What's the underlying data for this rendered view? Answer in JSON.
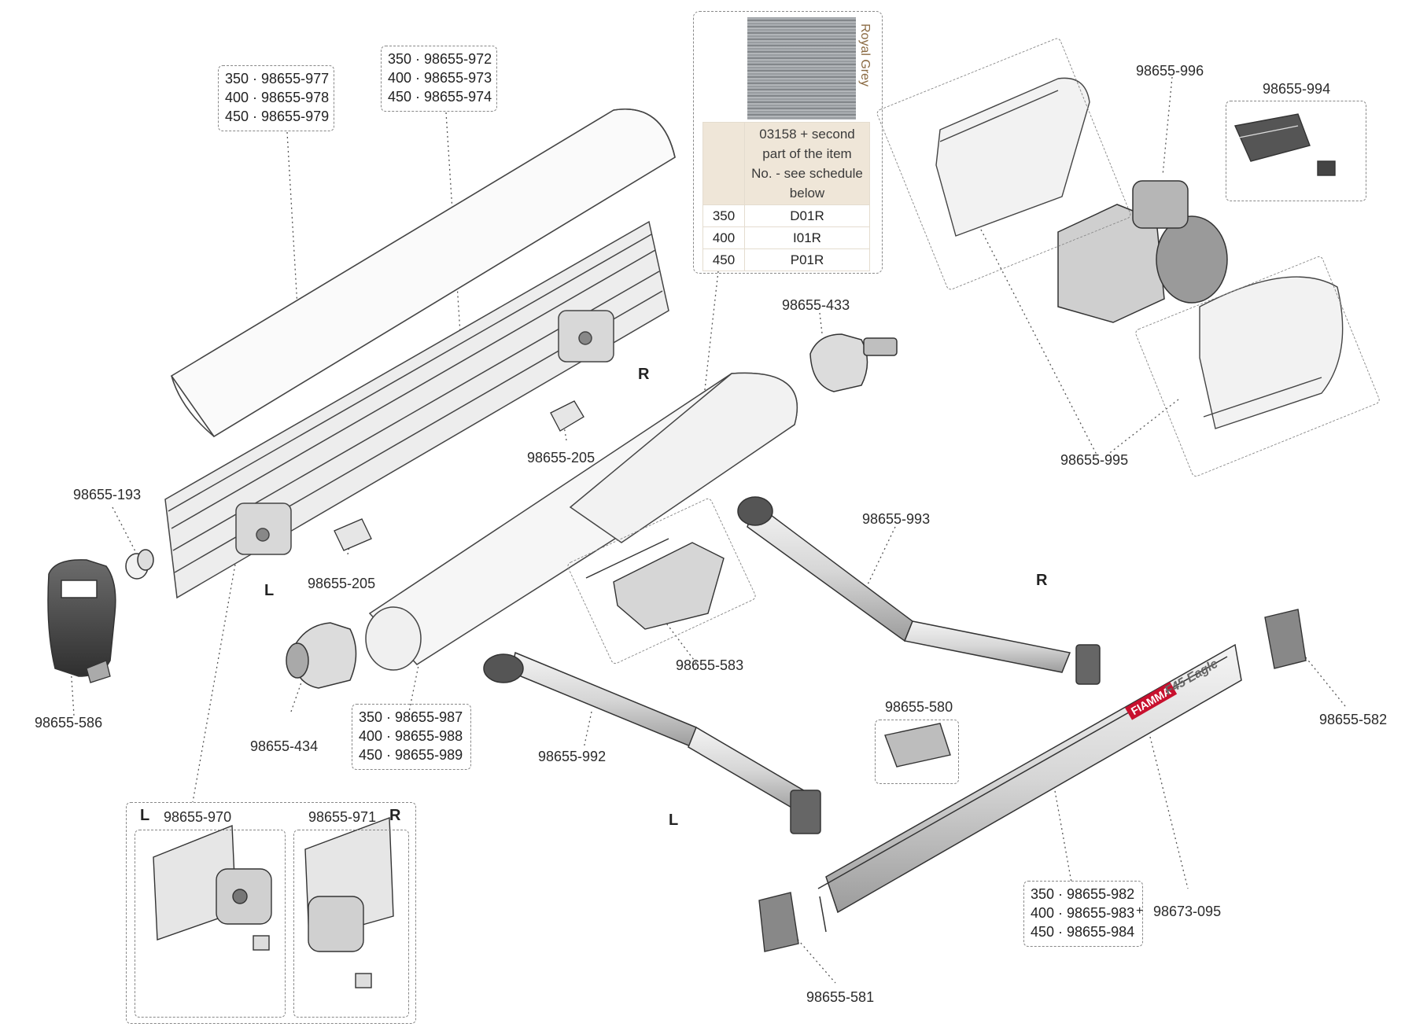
{
  "parts": {
    "p977": [
      "350 · 98655-977",
      "400 · 98655-978",
      "450 · 98655-979"
    ],
    "p972": [
      "350 · 98655-972",
      "400 · 98655-973",
      "450 · 98655-974"
    ],
    "p987": [
      "350 · 98655-987",
      "400 · 98655-988",
      "450 · 98655-989"
    ],
    "p982": [
      "350 · 98655-982",
      "400 · 98655-983",
      "450 · 98655-984"
    ],
    "plus": "+",
    "p095": "98673-095",
    "p996": "98655-996",
    "p994": "98655-994",
    "p995": "98655-995",
    "p433": "98655-433",
    "p205a": "98655-205",
    "p205b": "98655-205",
    "p193": "98655-193",
    "p586": "98655-586",
    "p434": "98655-434",
    "p583": "98655-583",
    "p993": "98655-993",
    "p992": "98655-992",
    "p580": "98655-580",
    "p582": "98655-582",
    "p581": "98655-581",
    "p970": "98655-970",
    "p971": "98655-971"
  },
  "sides": {
    "r1": "R",
    "l1": "L",
    "r2": "R",
    "l2": "L",
    "l3": "L",
    "r3": "R"
  },
  "fabric": {
    "name": "Royal Grey",
    "header": [
      "03158 + second",
      "part of the item",
      "No. - see schedule",
      "below"
    ],
    "rows": [
      {
        "size": "350",
        "code": "D01R"
      },
      {
        "size": "400",
        "code": "I01R"
      },
      {
        "size": "450",
        "code": "P01R"
      }
    ]
  },
  "logos": {
    "brand": "FIAMMA",
    "model": "F45 Eagle"
  },
  "colors": {
    "brand_red": "#c8102e",
    "swatch": "#9a9ea2",
    "schedule_header": "#efe6d8",
    "leader": "#555555"
  }
}
